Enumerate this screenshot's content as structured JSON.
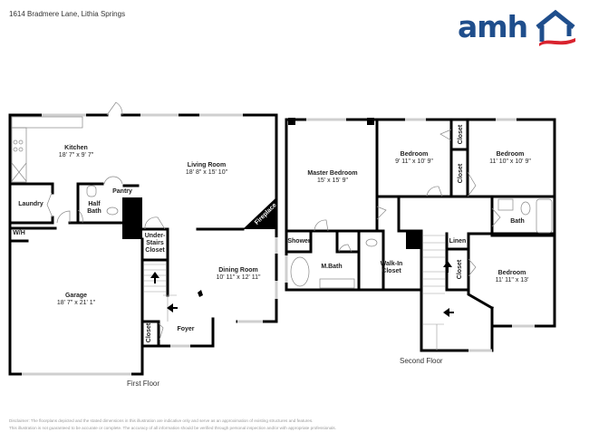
{
  "header": {
    "address": "1614 Bradmere Lane, Lithia Springs",
    "logo": {
      "text": "amh",
      "icon": "house-roof-icon",
      "brand_color": "#1f4e8c",
      "accent_color": "#d9232e"
    }
  },
  "first_floor": {
    "label": "First Floor",
    "rooms": [
      {
        "name": "Kitchen",
        "dim": "18' 7\" x 9' 7\""
      },
      {
        "name": "Living Room",
        "dim": "18' 8\" x 15' 10\""
      },
      {
        "name": "Laundry",
        "dim": ""
      },
      {
        "name": "Pantry",
        "dim": ""
      },
      {
        "name": "Half Bath",
        "dim": ""
      },
      {
        "name": "W/H",
        "dim": ""
      },
      {
        "name": "Garage",
        "dim": "18' 7\" x 21' 1\""
      },
      {
        "name": "Under-Stairs Closet",
        "dim": ""
      },
      {
        "name": "Dining Room",
        "dim": "10' 11\" x 12' 11\""
      },
      {
        "name": "Foyer",
        "dim": ""
      },
      {
        "name": "Closet",
        "dim": ""
      },
      {
        "name": "Fireplace",
        "dim": ""
      }
    ]
  },
  "second_floor": {
    "label": "Second Floor",
    "rooms": [
      {
        "name": "Master Bedroom",
        "dim": "15' x 15' 9\""
      },
      {
        "name": "Bedroom",
        "dim": "9' 11\" x 10' 9\""
      },
      {
        "name": "Bedroom",
        "dim": "11' 10\" x 10' 9\""
      },
      {
        "name": "Closet",
        "dim": ""
      },
      {
        "name": "Closet",
        "dim": ""
      },
      {
        "name": "Bath",
        "dim": ""
      },
      {
        "name": "Shower",
        "dim": ""
      },
      {
        "name": "M.Bath",
        "dim": ""
      },
      {
        "name": "Walk-In Closet",
        "dim": ""
      },
      {
        "name": "Linen",
        "dim": ""
      },
      {
        "name": "Closet",
        "dim": ""
      },
      {
        "name": "Bedroom",
        "dim": "11' 11\" x 13'"
      }
    ]
  },
  "disclaimer": {
    "line1": "Disclaimer: The floorplans depicted and the stated dimensions in this illustration are indicative only and serve as an approximation of existing structures and features.",
    "line2": "This illustration is not guaranteed to be accurate or complete. The accuracy of all information should be verified through personal inspection and/or with appropriate professionals."
  }
}
